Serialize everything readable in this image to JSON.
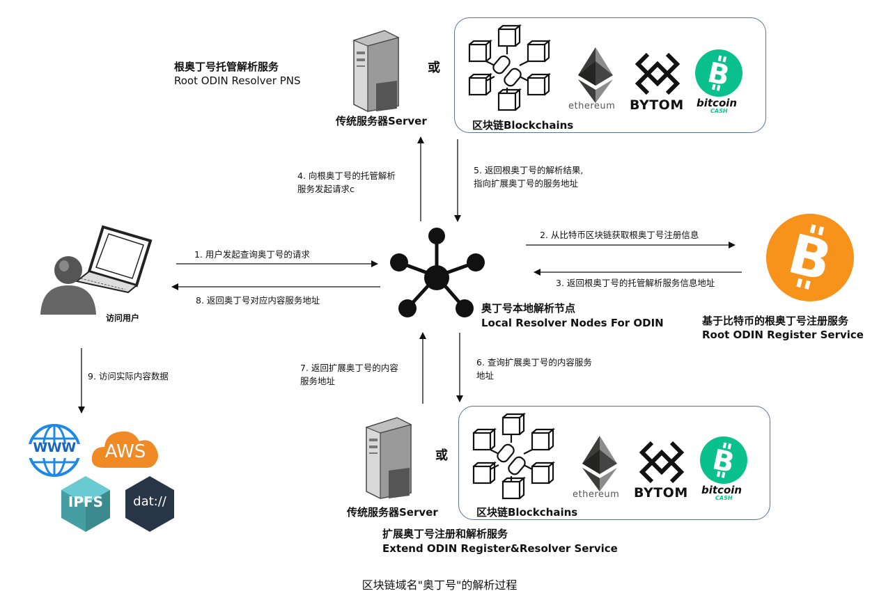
{
  "top_service": {
    "label_cn": "根奥丁号托管解析服务",
    "label_en": "Root ODIN Resolver PNS",
    "server_label": "传统服务器Server",
    "or_label": "或",
    "blockchains_label": "区块链Blockchains"
  },
  "bottom_service": {
    "server_label": "传统服务器Server",
    "or_label": "或",
    "blockchains_label": "区块链Blockchains",
    "label_cn": "扩展奥丁号注册和解析服务",
    "label_en": "Extend ODIN Register&Resolver Service"
  },
  "logos": {
    "ethereum": "ethereum",
    "bytom": "BYTOM",
    "bitcoin_cash_word": "bitcoin",
    "bitcoin_cash_sub": "CASH",
    "bitcoin_cash_color": "#0ac18e",
    "bitcoin_color": "#f7931a"
  },
  "center_node": {
    "label_cn": "奥丁号本地解析节点",
    "label_en": "Local Resolver Nodes For ODIN"
  },
  "user": {
    "label": "访问用户"
  },
  "btc_service": {
    "label_cn": "基于比特币的根奥丁号注册服务",
    "label_en": "Root ODIN Register Service"
  },
  "steps": {
    "s1": "1. 用户发起查询奥丁号的请求",
    "s2": "2. 从比特币区块链获取根奥丁号注册信息",
    "s3": "3. 返回根奥丁号的托管解析服务信息地址",
    "s4_l1": "4. 向根奥丁号的托管解析",
    "s4_l2": "服务发起请求c",
    "s5_l1": "5. 返回根奥丁号的解析结果,",
    "s5_l2": "指向扩展奥丁号的服务地址",
    "s6_l1": "6. 查询扩展奥丁号的内容服务",
    "s6_l2": "地址",
    "s7_l1": "7. 返回扩展奥丁号的内容",
    "s7_l2": "服务地址",
    "s8": "8. 返回奥丁号对应内容服务地址",
    "s9": "9. 访问实际内容数据"
  },
  "content_services": {
    "www": "WWW",
    "aws": "AWS",
    "ipfs": "IPFS",
    "dat": "dat://"
  },
  "caption": "区块链域名\"奥丁号\"的解析过程"
}
